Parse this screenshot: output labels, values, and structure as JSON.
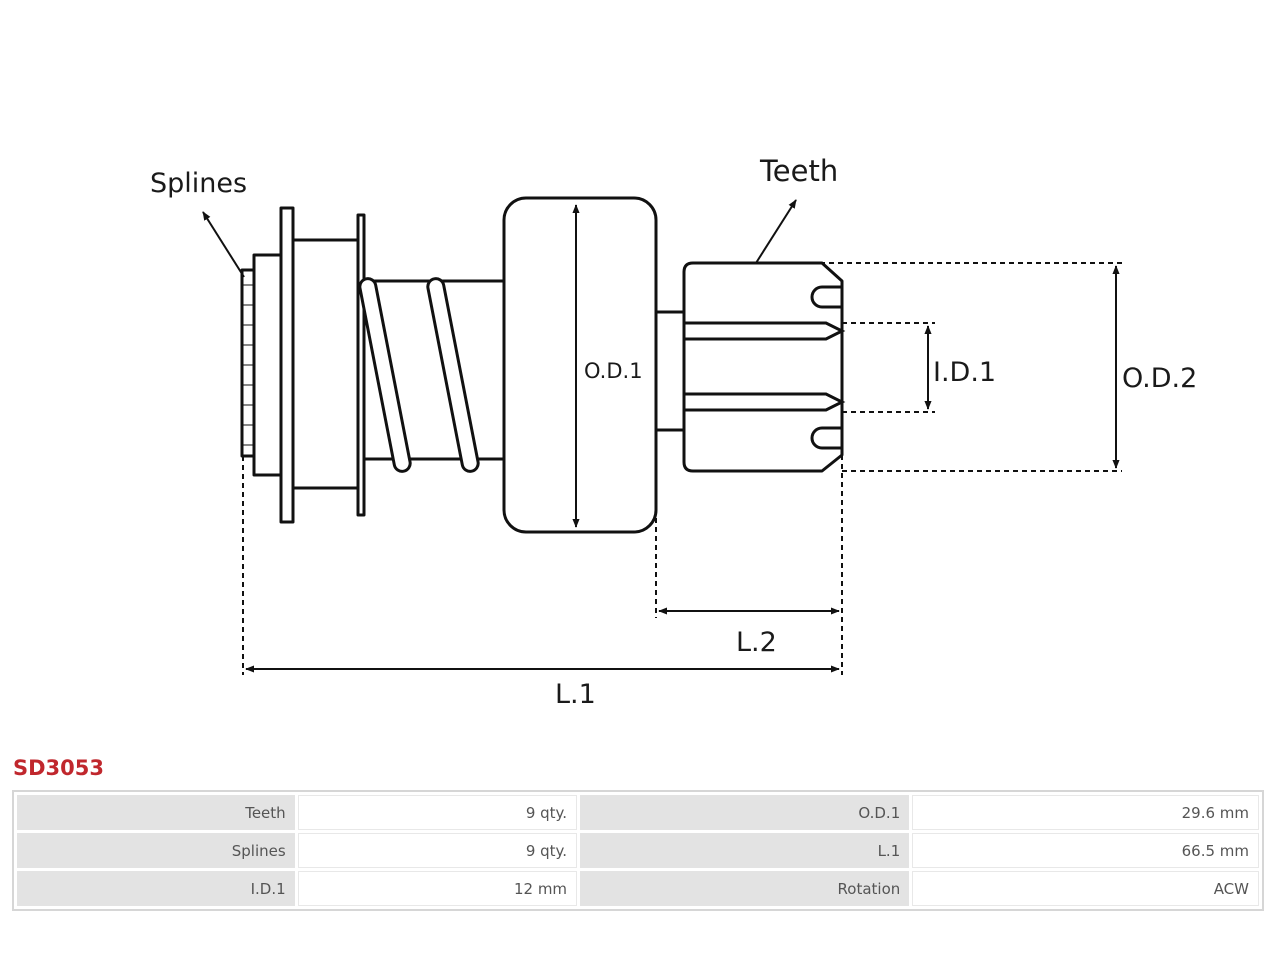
{
  "diagram": {
    "labels": {
      "splines": "Splines",
      "teeth": "Teeth",
      "od1": "O.D.1",
      "id1": "I.D.1",
      "od2": "O.D.2",
      "l1": "L.1",
      "l2": "L.2"
    }
  },
  "part_code": "SD3053",
  "specs": [
    {
      "label1": "Teeth",
      "value1": "9 qty.",
      "label2": "O.D.1",
      "value2": "29.6 mm"
    },
    {
      "label1": "Splines",
      "value1": "9 qty.",
      "label2": "L.1",
      "value2": "66.5 mm"
    },
    {
      "label1": "I.D.1",
      "value1": "12 mm",
      "label2": "Rotation",
      "value2": "ACW"
    }
  ],
  "colors": {
    "part_code": "#c0272d",
    "label_cell": "#e3e3e3",
    "line": "#111111"
  }
}
